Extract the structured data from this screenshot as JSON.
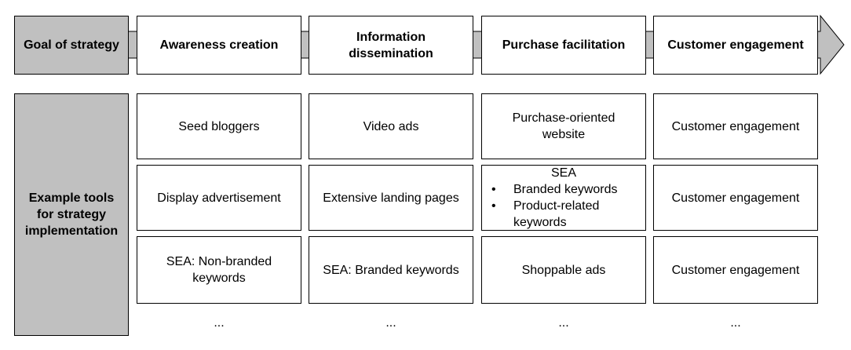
{
  "row_labels": {
    "goal": "Goal of strategy",
    "tools": "Example tools for strategy implementation"
  },
  "stages": [
    "Awareness creation",
    "Information dissemination",
    "Purchase facilitation",
    "Customer engagement"
  ],
  "tools": {
    "awareness": [
      "Seed bloggers",
      "Display advertisement",
      "SEA: Non-branded keywords"
    ],
    "information": [
      "Video ads",
      "Extensive landing pages",
      "SEA: Branded keywords"
    ],
    "purchase": {
      "top": "Purchase-oriented website",
      "sea_title": "SEA",
      "sea_items": [
        "Branded keywords",
        "Product-related keywords"
      ],
      "bottom": "Shoppable ads"
    },
    "engagement": [
      "Customer engagement",
      "Customer engagement",
      "Customer engagement"
    ]
  },
  "ellipsis": "...",
  "colors": {
    "label_fill": "#c0c0c0",
    "arrow_fill": "#c0c0c0",
    "border": "#000000"
  }
}
